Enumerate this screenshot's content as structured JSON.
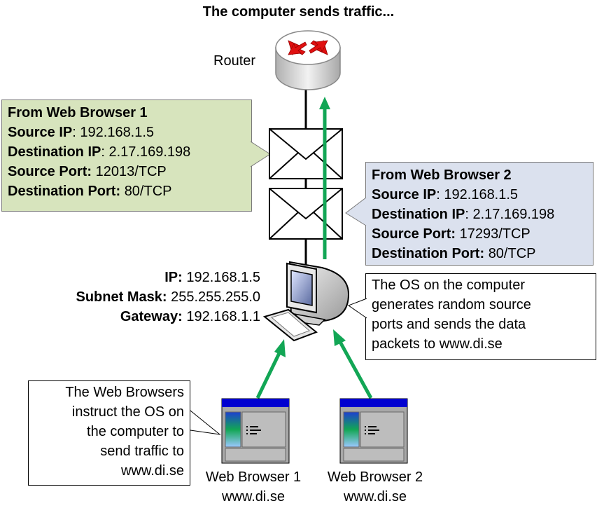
{
  "title": "The computer sends traffic...",
  "router": {
    "label": "Router"
  },
  "packet1": {
    "heading": "From Web Browser 1",
    "rows": [
      {
        "key": "Source IP",
        "sep": ": ",
        "value": "192.168.1.5"
      },
      {
        "key": "Destination IP",
        "sep": ": ",
        "value": "2.17.169.198"
      },
      {
        "key": "Source Port:",
        "sep": " ",
        "value": "12013/TCP"
      },
      {
        "key": "Destination Port:",
        "sep": " ",
        "value": "80/TCP"
      }
    ]
  },
  "packet2": {
    "heading": "From Web Browser 2",
    "rows": [
      {
        "key": "Source IP",
        "sep": ": ",
        "value": "192.168.1.5"
      },
      {
        "key": "Destination IP",
        "sep": ": ",
        "value": "2.17.169.198"
      },
      {
        "key": "Source Port:",
        "sep": " ",
        "value": "17293/TCP"
      },
      {
        "key": "Destination Port:",
        "sep": " ",
        "value": "80/TCP"
      }
    ]
  },
  "computer": {
    "rows": [
      {
        "key": "IP:",
        "value": "192.168.1.5"
      },
      {
        "key": "Subnet Mask:",
        "value": "255.255.255.0"
      },
      {
        "key": "Gateway:",
        "value": "192.168.1.1"
      }
    ]
  },
  "os_note": [
    "The OS on the computer",
    "generates random source",
    "ports and sends the data",
    "packets to www.di.se"
  ],
  "browser_note": [
    "The Web Browsers",
    "instruct the OS on",
    "the computer to",
    "send traffic to",
    "www.di.se"
  ],
  "browser1": {
    "name": "Web Browser 1",
    "site": "www.di.se"
  },
  "browser2": {
    "name": "Web Browser 2",
    "site": "www.di.se"
  },
  "colors": {
    "arrow": "#12a655",
    "packet1_bg": "#d7e4bd",
    "packet2_bg": "#dbe1ee",
    "router_arrow": "#e01010",
    "browser_titlebar": "#0000d0"
  },
  "icons": [
    "router-icon",
    "envelope-icon",
    "computer-icon",
    "keyboard-icon",
    "browser-window-icon"
  ]
}
